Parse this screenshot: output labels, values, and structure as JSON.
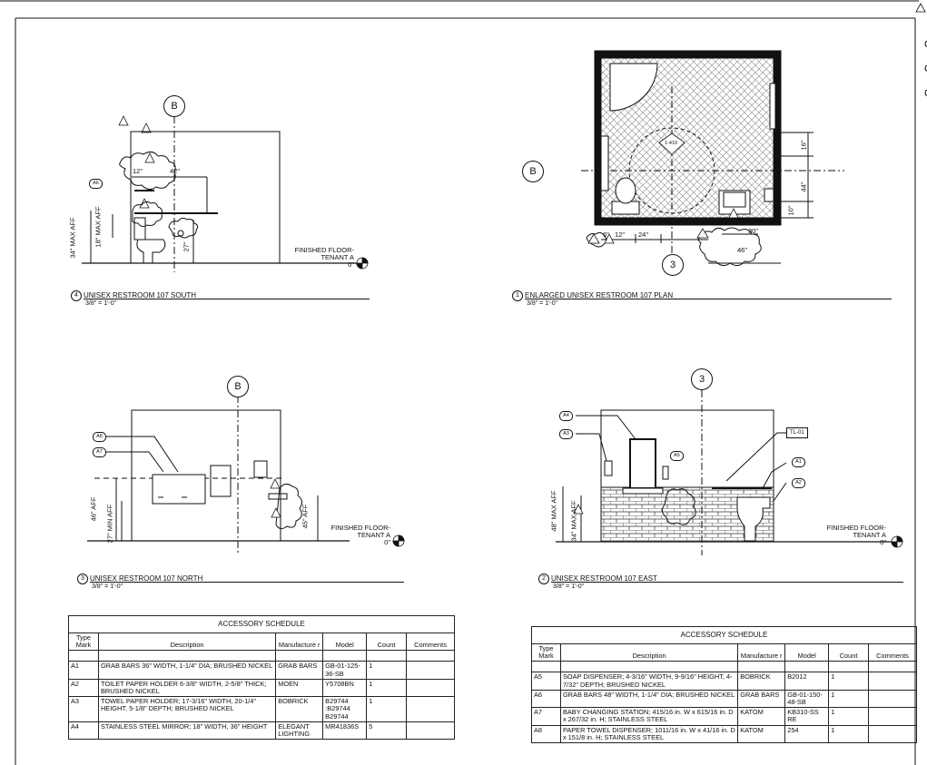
{
  "views": {
    "south": {
      "num": "4",
      "title": "UNISEX RESTROOM 107 SOUTH",
      "scale": "3/8\" = 1'-0\""
    },
    "plan": {
      "num": "1",
      "title": "ENLARGED UNISEX RESTROOM 107 PLAN",
      "scale": "3/8\" = 1'-0\""
    },
    "north": {
      "num": "3",
      "title": "UNISEX RESTROOM 107 NORTH",
      "scale": "3/8\" = 1'-0\""
    },
    "east": {
      "num": "2",
      "title": "UNISEX RESTROOM 107 EAST",
      "scale": "3/8\" = 1'-0\""
    }
  },
  "gridlines": {
    "b": "B",
    "three": "3"
  },
  "floor_label": {
    "line1": "FINISHED FLOOR-",
    "line2": "TENANT A",
    "elev": "0\""
  },
  "dims": {
    "d12": "12\"",
    "d42": "42\"",
    "d34": "34\" MAX AFF",
    "d18": "18\" MAX AFF",
    "d27": "27\"",
    "d16": "16\"",
    "d44": "44\"",
    "d10": "10\"",
    "d6": "6\"",
    "d12b": "12\"",
    "d24": "24\"",
    "d30": "30\"",
    "d46": "46\"",
    "d46aff": "46\" AFF",
    "d27min": "27\" MIN AFF",
    "d45aff": "45\" AFF",
    "d48": "48\" MAX AFF",
    "d34b": "34\" MAX AFF"
  },
  "tags": {
    "a1": "A1",
    "a2": "A2",
    "a3": "A3",
    "a4": "A4",
    "a5": "A5",
    "a6": "A6",
    "a7": "A7",
    "a8": "A8",
    "tl01": "TL-01",
    "plan_ref": "1-410"
  },
  "schedule_left": {
    "caption": "ACCESSORY SCHEDULE",
    "headers": {
      "mark": "Type Mark",
      "desc": "Description",
      "manu": "Manufacture r",
      "model": "Model",
      "count": "Count",
      "comments": "Comments"
    },
    "rows": [
      {
        "mark": "A1",
        "desc": "GRAB BARS 36\" WIDTH, 1-1/4\" DIA; BRUSHED NICKEL",
        "manu": "GRAB BARS",
        "model": "GB-01-125-36-SB",
        "count": "1",
        "comments": ""
      },
      {
        "mark": "A2",
        "desc": "TOILET PAPER HOLDER 6-3/8\" WIDTH, 2-5/8\" THICK; BRUSHED NICKEL",
        "manu": "MOEN",
        "model": "Y5708BN",
        "count": "1",
        "comments": ""
      },
      {
        "mark": "A3",
        "desc": "TOWEL PAPER HOLDER; 17-3/16\" WIDTH, 20-1/4\" HEIGHT, 5-1/8\" DEPTH; BRUSHED NICKEL",
        "manu": "BOBRICK",
        "model": "B29744 :B29744 B29744",
        "count": "1",
        "comments": ""
      },
      {
        "mark": "A4",
        "desc": "STAINLESS STEEL MIRROR; 18\" WIDTH, 36\" HEIGHT",
        "manu": "ELEGANT LIGHTING",
        "model": "MR41836S",
        "count": "5",
        "comments": ""
      }
    ]
  },
  "schedule_right": {
    "caption": "ACCESSORY SCHEDULE",
    "headers": {
      "mark": "Type Mark",
      "desc": "Description",
      "manu": "Manufacture r",
      "model": "Model",
      "count": "Count",
      "comments": "Comments"
    },
    "rows": [
      {
        "mark": "A5",
        "desc": "SOAP DISPENSER; 4-3/16\" WIDTH,  9-9/16\" HEIGHT, 4-7/32\" DEPTH; BRUSHED NICKEL",
        "manu": "BOBRICK",
        "model": "B2012",
        "count": "1",
        "comments": ""
      },
      {
        "mark": "A6",
        "desc": "GRAB BARS 48\" WIDTH, 1-1/4\" DIA; BRUSHED NICKEL",
        "manu": "GRAB BARS",
        "model": "GB-01-150-48-SB",
        "count": "1",
        "comments": ""
      },
      {
        "mark": "A7",
        "desc": "BABY CHANGING STATION; 415/16 in. W x 615/16 in. D x 267/32 in. H; STAINLESS STEEL",
        "manu": "KATOM",
        "model": "KB310-SS RE",
        "count": "1",
        "comments": ""
      },
      {
        "mark": "A8",
        "desc": "PAPER TOWEL DISPENSER; 1011/16 in. W x 41/16 in. D x 151/8 in. H; STAINLESS STEEL",
        "manu": "KATOM",
        "model": "254",
        "count": "1",
        "comments": ""
      }
    ]
  },
  "colors": {
    "line": "#111111",
    "hatch": "#9a9a9a"
  }
}
